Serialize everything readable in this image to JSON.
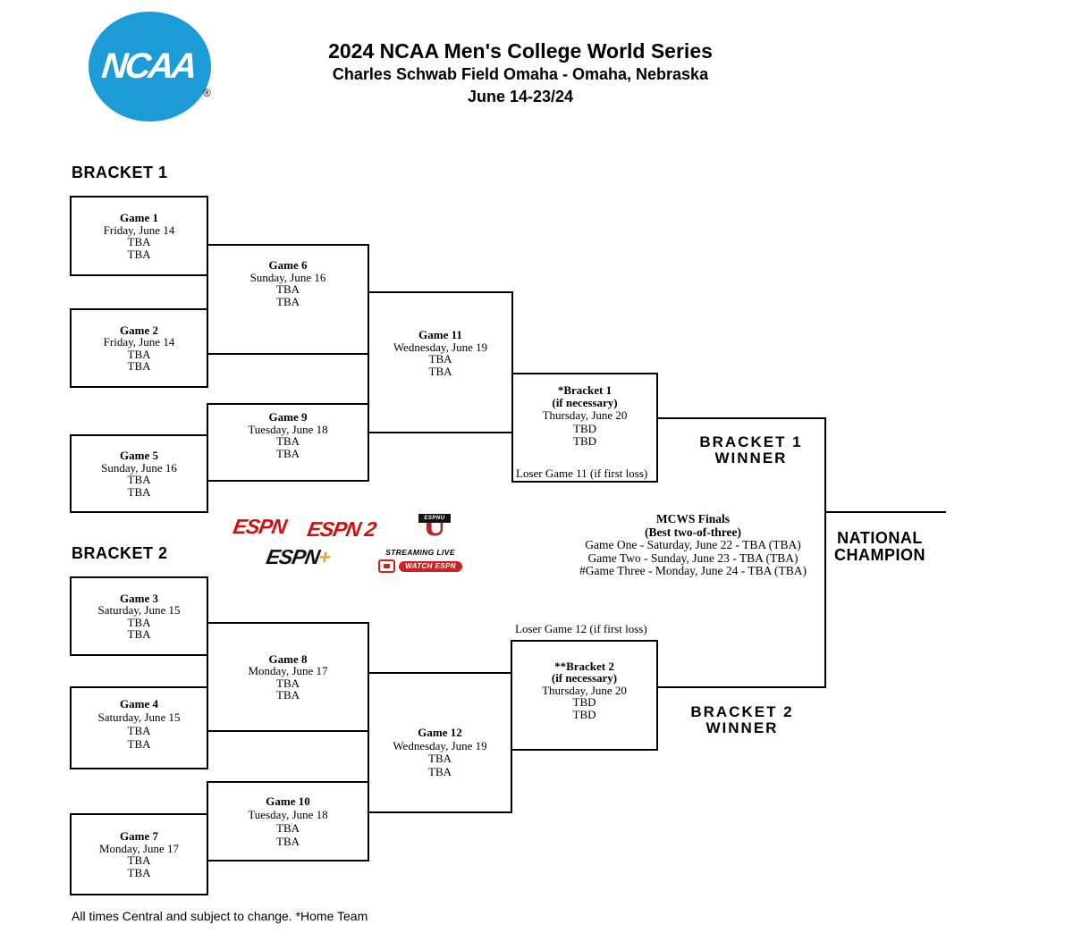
{
  "header": {
    "logo_text": "NCAA",
    "registered_mark": "®",
    "title": "2024 NCAA Men's College World Series",
    "subtitle": "Charles Schwab Field Omaha - Omaha, Nebraska",
    "dates": "June 14-23/24"
  },
  "bracket1": {
    "label": "BRACKET 1",
    "game1": {
      "title": "Game 1",
      "date": "Friday, June 14",
      "slot1": "TBA",
      "slot2": "TBA"
    },
    "game2": {
      "title": "Game 2",
      "date": "Friday, June 14",
      "slot1": "TBA",
      "slot2": "TBA"
    },
    "game5": {
      "title": "Game 5",
      "date": "Sunday, June 16",
      "slot1": "TBA",
      "slot2": "TBA"
    },
    "game6": {
      "title": "Game 6",
      "date": "Sunday, June 16",
      "slot1": "TBA",
      "slot2": "TBA"
    },
    "game9": {
      "title": "Game 9",
      "date": "Tuesday, June 18",
      "slot1": "TBA",
      "slot2": "TBA"
    },
    "game11": {
      "title": "Game 11",
      "date": "Wednesday, June 19",
      "slot1": "TBA",
      "slot2": "TBA"
    },
    "if_necessary": {
      "title": "*Bracket 1",
      "note": "(if necessary)",
      "date": "Thursday, June 20",
      "slot1": "TBD",
      "slot2": "TBD"
    },
    "loser_note": "Loser Game 11 (if first loss)",
    "winner_line1": "BRACKET 1",
    "winner_line2": "WINNER"
  },
  "bracket2": {
    "label": "BRACKET 2",
    "game3": {
      "title": "Game 3",
      "date": "Saturday, June 15",
      "slot1": "TBA",
      "slot2": "TBA"
    },
    "game4": {
      "title": "Game 4",
      "date": "Saturday, June 15",
      "slot1": "TBA",
      "slot2": "TBA"
    },
    "game7": {
      "title": "Game 7",
      "date": "Monday, June 17",
      "slot1": "TBA",
      "slot2": "TBA"
    },
    "game8": {
      "title": "Game 8",
      "date": "Monday, June 17",
      "slot1": "TBA",
      "slot2": "TBA"
    },
    "game10": {
      "title": "Game 10",
      "date": "Tuesday, June 18",
      "slot1": "TBA",
      "slot2": "TBA"
    },
    "game12": {
      "title": "Game 12",
      "date": "Wednesday, June 19",
      "slot1": "TBA",
      "slot2": "TBA"
    },
    "if_necessary": {
      "title": "**Bracket 2",
      "note": "(if necessary)",
      "date": "Thursday, June 20",
      "slot1": "TBD",
      "slot2": "TBD"
    },
    "loser_note": "Loser Game 12 (if first loss)",
    "winner_line1": "BRACKET 2",
    "winner_line2": "WINNER"
  },
  "finals": {
    "title": "MCWS Finals",
    "subtitle": "(Best two-of-three)",
    "games": [
      "Game One - Saturday, June 22 - TBA (TBA)",
      "Game Two - Sunday, June 23 - TBA (TBA)",
      "#Game Three - Monday, June 24 - TBA (TBA)"
    ],
    "champion_line1": "NATIONAL",
    "champion_line2": "CHAMPION"
  },
  "broadcast": {
    "espn": "ESPN",
    "espn2": "ESPN 2",
    "espnu_banner": "ESPNU",
    "espnu_letter": "U",
    "espn_plus": "ESPN",
    "espn_plus_sign": "+",
    "streaming_live": "STREAMING LIVE",
    "watch_espn": "WATCH ESPN"
  },
  "footer": {
    "note": "All times Central and subject to change. *Home Team"
  },
  "colors": {
    "ncaa_blue": "#1d9bd7",
    "espn_red": "#cc1111",
    "espn_plus_gold": "#f0a32f",
    "line_black": "#000000"
  }
}
